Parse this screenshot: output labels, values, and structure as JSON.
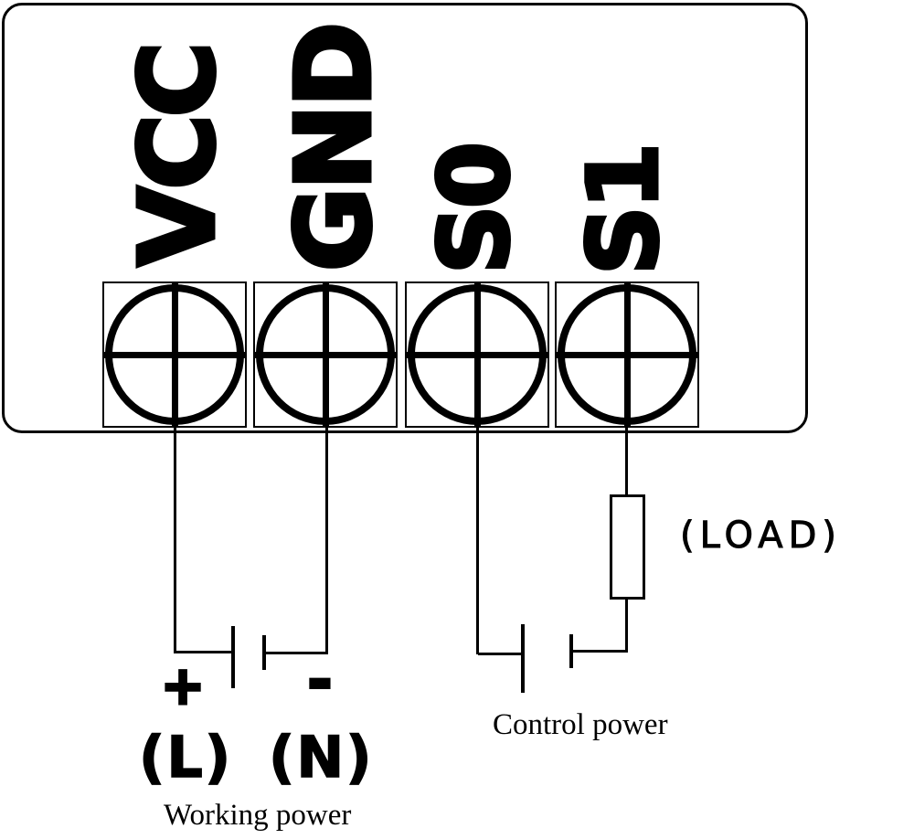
{
  "device": {
    "terminals": [
      {
        "id": "vcc",
        "label": "VCC"
      },
      {
        "id": "gnd",
        "label": "GND"
      },
      {
        "id": "s0",
        "label": "S0"
      },
      {
        "id": "s1",
        "label": "S1"
      }
    ]
  },
  "annotations": {
    "plus": "+",
    "minus": "-",
    "line": "(L)",
    "neutral": "(N)",
    "working_power": "Working power",
    "control_power": "Control power",
    "load": "(LOAD)"
  },
  "icons": {
    "terminal": "screw-terminal-icon",
    "power_source": "battery-cell-symbol",
    "load": "resistor-symbol"
  },
  "colors": {
    "ink": "#000000",
    "paper": "#ffffff"
  }
}
